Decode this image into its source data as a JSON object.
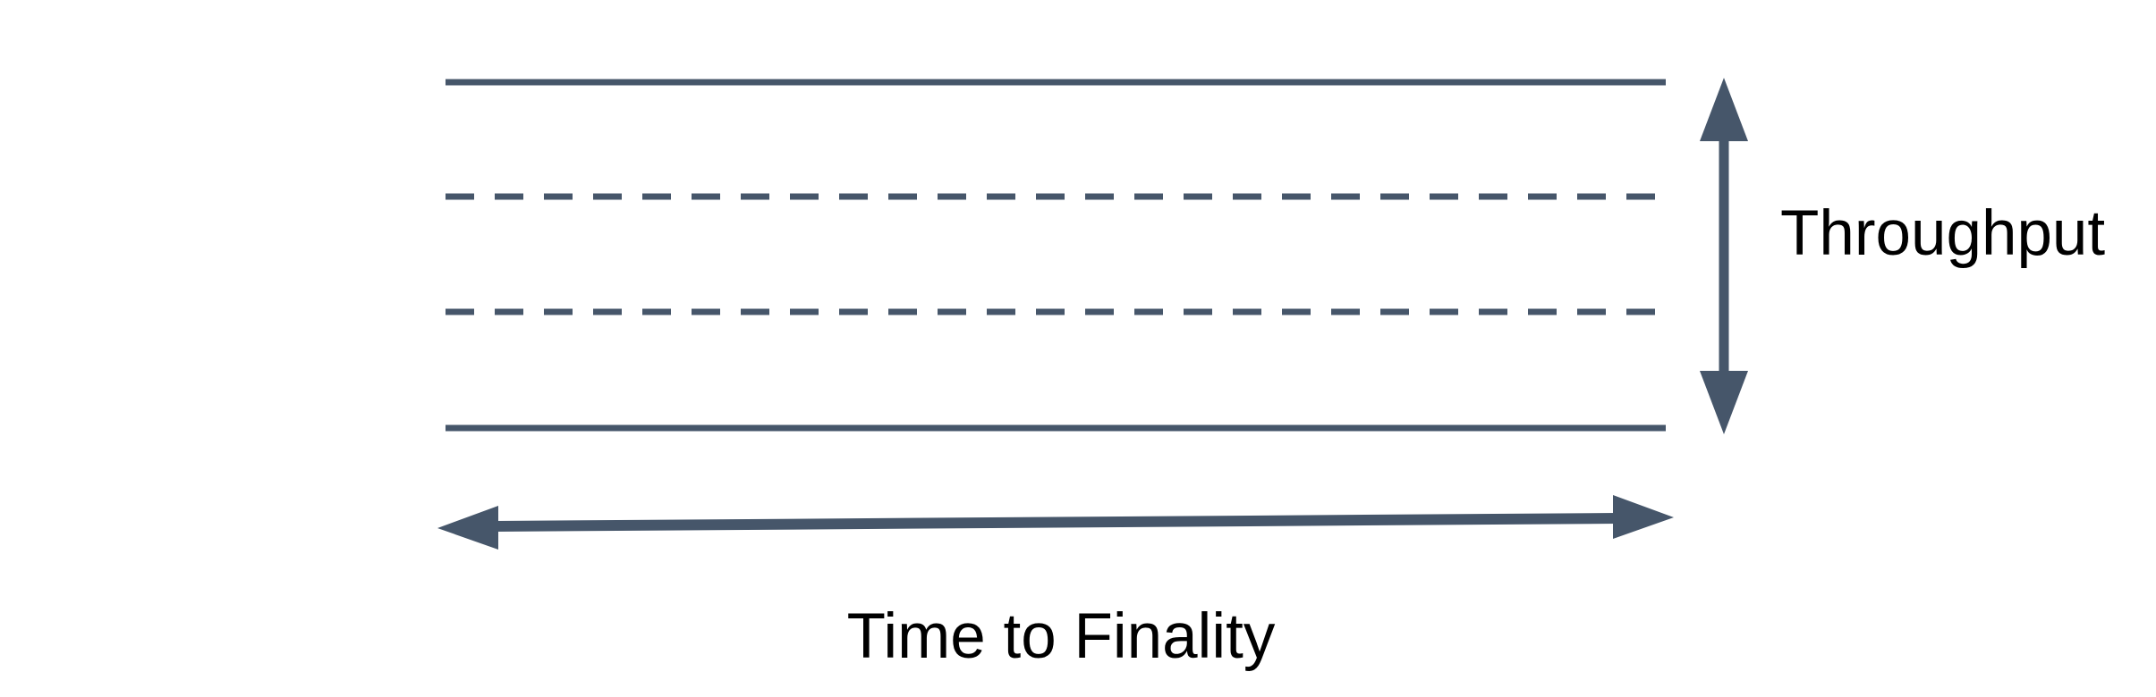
{
  "diagram": {
    "title": "Throughput vs Time to Finality band diagram",
    "colors": {
      "background": "#ffffff",
      "line": "#46566a",
      "text": "#000000"
    },
    "labels": {
      "throughput": "Throughput",
      "time_to_finality": "Time to Finality"
    },
    "band": {
      "lines": [
        {
          "style": "solid",
          "role": "band-top-boundary"
        },
        {
          "style": "dashed",
          "role": "band-inner-line-1"
        },
        {
          "style": "dashed",
          "role": "band-inner-line-2"
        },
        {
          "style": "solid",
          "role": "band-bottom-boundary"
        }
      ]
    },
    "arrows": [
      {
        "orientation": "vertical",
        "heads": "both",
        "measures": "Throughput"
      },
      {
        "orientation": "horizontal",
        "heads": "both",
        "measures": "Time to Finality"
      }
    ]
  }
}
